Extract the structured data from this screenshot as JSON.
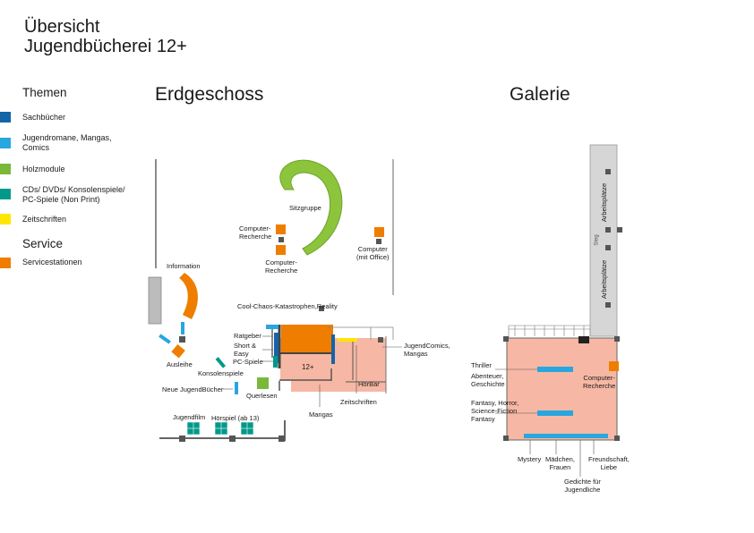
{
  "header": {
    "title_line1": "Übersicht",
    "title_line2": "Jugendbücherei 12+"
  },
  "legend": {
    "themen_heading": "Themen",
    "service_heading": "Service",
    "items": [
      {
        "label": "Sachbücher",
        "color": "#1464a8"
      },
      {
        "label_line1": "Jugendromane, Mangas,",
        "label_line2": "Comics",
        "color": "#28a6e0"
      },
      {
        "label": "Holzmodule",
        "color": "#7ab83a"
      },
      {
        "label_line1": "CDs/ DVDs/ Konsolenspiele/",
        "label_line2": "PC-Spiele (Non Print)",
        "color": "#00998a"
      },
      {
        "label": "Zeitschriften",
        "color": "#ffe600"
      }
    ],
    "service_items": [
      {
        "label": "Servicestationen",
        "color": "#ef7d00"
      }
    ]
  },
  "colors": {
    "pink_area": "#f6b8a4",
    "wall": "#555555",
    "dark_square": "#555555",
    "grey_block": "#bcbcbc"
  },
  "erdgeschoss": {
    "title": "Erdgeschoss",
    "labels": {
      "sitzgruppe": "Sitzgruppe",
      "computer_recherche_1_l1": "Computer-",
      "computer_recherche_1_l2": "Recherche",
      "computer_recherche_2_l1": "Computer-",
      "computer_recherche_2_l2": "Recherche",
      "computer_office_l1": "Computer",
      "computer_office_l2": "(mit Office)",
      "information": "Information",
      "cool_chaos": "Cool-Chaos-Katastrophen,Reality",
      "ratgeber": "Ratgeber",
      "short_easy_l1": "Short &",
      "short_easy_l2": "Easy",
      "pc_spiele": "PC-Spiele",
      "zwoelf_plus": "12+",
      "hoerbar": "HörBar",
      "jugendcomics_l1": "JugendComics,",
      "jugendcomics_l2": "Mangas",
      "zeitschriften": "Zeitschriften",
      "mangas": "Mangas",
      "ausleihe": "Ausleihe",
      "konsolenspiele": "Konsolenspiele",
      "neue_jugendbuecher": "Neue JugendBücher",
      "querlesen": "Querlesen",
      "jugendfilm": "Jugendfilm",
      "hoerspiel": "Hörspiel (ab 13)"
    }
  },
  "galerie": {
    "title": "Galerie",
    "labels": {
      "arbeitsplaetze_1": "Arbeitsplätze",
      "arbeitsplaetze_2": "Arbeitsplätze",
      "steg": "Steg",
      "thriller": "Thriller",
      "abenteuer_l1": "Abenteuer,",
      "abenteuer_l2": "Geschichte",
      "fantasy_l1": "Fantasy, Horror,",
      "fantasy_l2": "Science-Fiction",
      "fantasy_l3": "Fantasy",
      "computer_recherche_l1": "Computer-",
      "computer_recherche_l2": "Recherche",
      "mystery": "Mystery",
      "maedchen_l1": "Mädchen,",
      "maedchen_l2": "Frauen",
      "gedichte_l1": "Gedichte für",
      "gedichte_l2": "Jugendliche",
      "freundschaft_l1": "Freundschaft,",
      "freundschaft_l2": "Liebe"
    }
  }
}
